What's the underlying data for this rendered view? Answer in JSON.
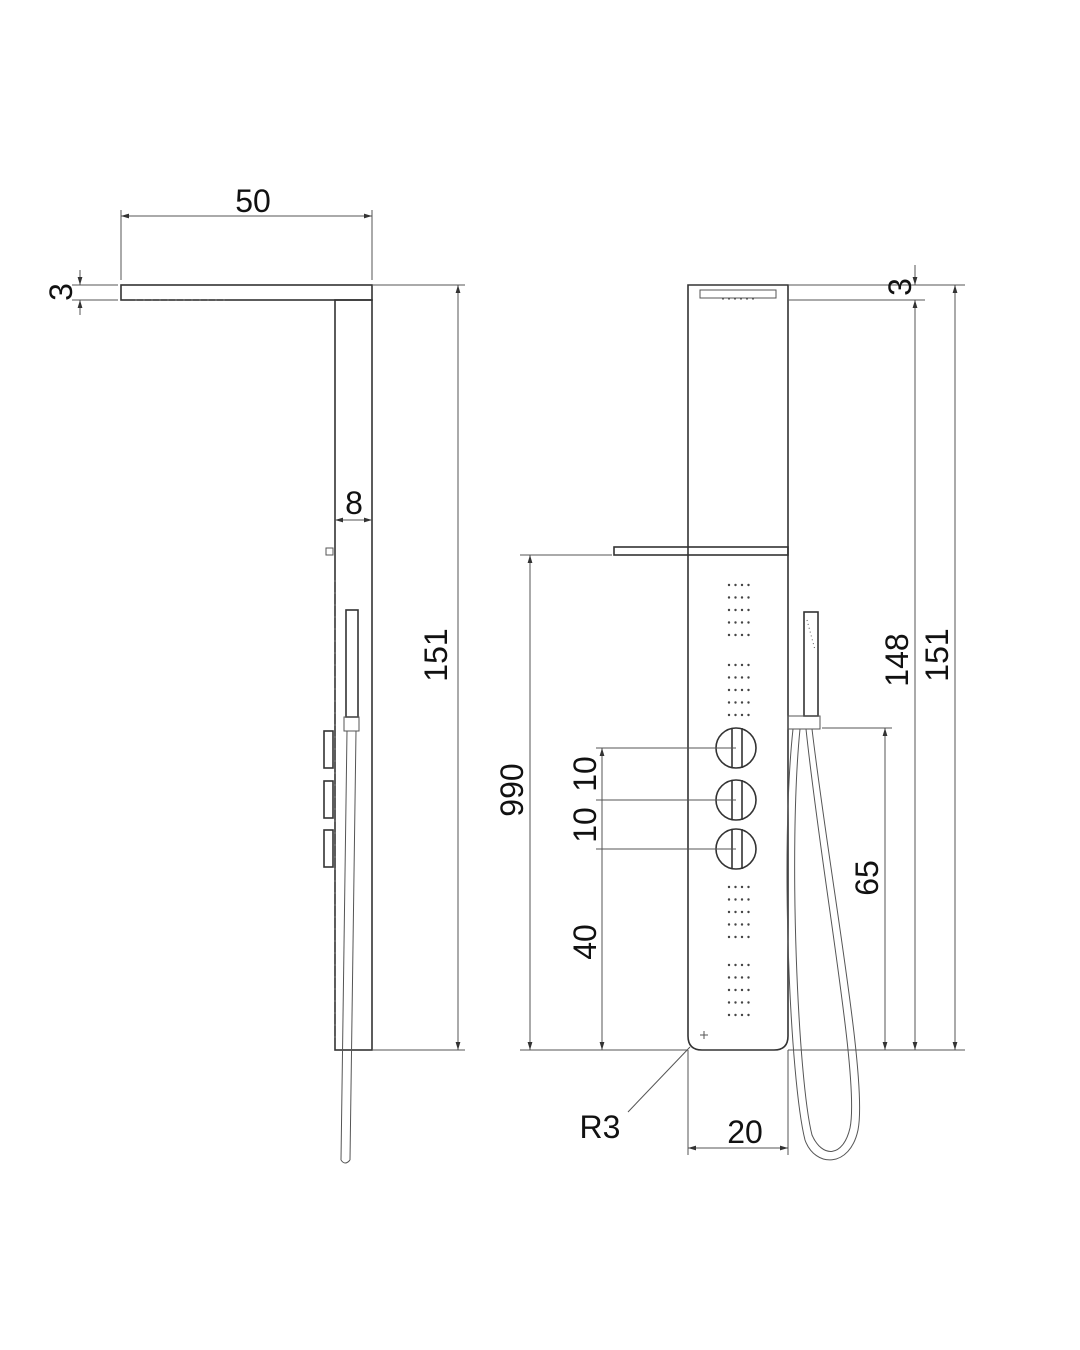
{
  "title": "Shower panel dimension drawing",
  "side_view": {
    "width_label": "50",
    "top_thickness_label": "3",
    "depth_label": "8",
    "height_label": "151"
  },
  "front_view": {
    "shelf_height_label": "990",
    "knob_spacing_1_label": "10",
    "knob_spacing_2_label": "10",
    "bottom_knob_height_label": "40",
    "radius_label": "R3",
    "width_label": "20",
    "holder_height_label": "65",
    "body_height_label": "148",
    "total_height_label": "151",
    "top_thickness_label": "3"
  }
}
